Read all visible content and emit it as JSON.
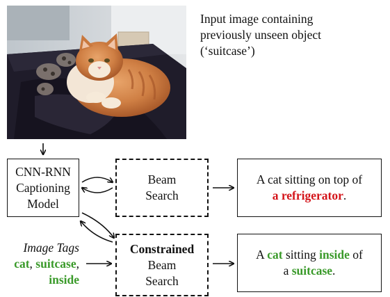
{
  "input_caption": {
    "line1": "Input image containing",
    "line2": "previously unseen object",
    "line3": "(‘suitcase’)"
  },
  "captioning_model": {
    "line1": "CNN-RNN",
    "line2": "Captioning",
    "line3": "Model"
  },
  "beam_search": {
    "line1": "Beam",
    "line2": "Search"
  },
  "constrained_beam_search": {
    "line1": "Constrained",
    "line2": "Beam",
    "line3": "Search"
  },
  "output_beam": {
    "line1": "A cat sitting on top of",
    "highlight": "a refrigerator",
    "end": "."
  },
  "output_constrained": {
    "w1": "A ",
    "cat": "cat",
    "w2": " sitting ",
    "inside": "inside",
    "w3": " of",
    "w4": "a ",
    "suitcase": "suitcase",
    "end": "."
  },
  "image_tags": {
    "label": "Image Tags",
    "tag1": "cat",
    "sep1": ", ",
    "tag2": "suitcase",
    "sep2": ",",
    "tag3": "inside"
  },
  "colors": {
    "tag_green": "#3a9a2a",
    "error_red": "#d4141a"
  }
}
